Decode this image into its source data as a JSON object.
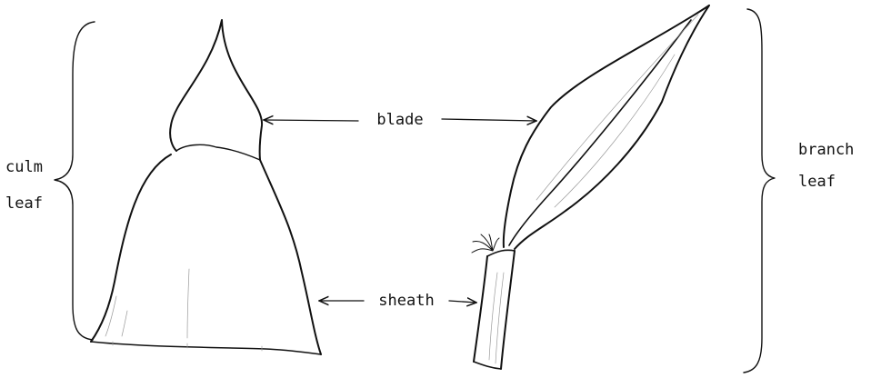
{
  "labels": {
    "blade": "blade",
    "sheath": "sheath",
    "culm_leaf_line1": "culm",
    "culm_leaf_line2": "leaf",
    "branch_leaf_line1": "branch",
    "branch_leaf_line2": "leaf"
  },
  "colors": {
    "ink": "#111111",
    "background": "#ffffff"
  }
}
